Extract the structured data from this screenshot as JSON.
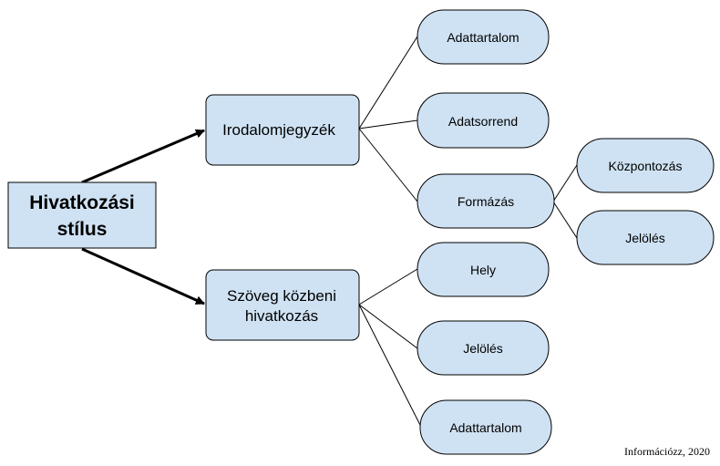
{
  "colors": {
    "node_fill": "#cfe2f3",
    "node_stroke": "#000000",
    "line": "#000000"
  },
  "root": {
    "lines": [
      "Hivatkozási",
      "stílus"
    ]
  },
  "branches": [
    {
      "label": "Irodalomjegyzék",
      "children": [
        {
          "label": "Adattartalom"
        },
        {
          "label": "Adatsorrend"
        },
        {
          "label": "Formázás",
          "children": [
            {
              "label": "Központozás"
            },
            {
              "label": "Jelölés"
            }
          ]
        }
      ]
    },
    {
      "lines": [
        "Szöveg közbeni",
        "hivatkozás"
      ],
      "children": [
        {
          "label": "Hely"
        },
        {
          "label": "Jelölés"
        },
        {
          "label": "Adattartalom"
        }
      ]
    }
  ],
  "credit": "Információzz, 2020"
}
